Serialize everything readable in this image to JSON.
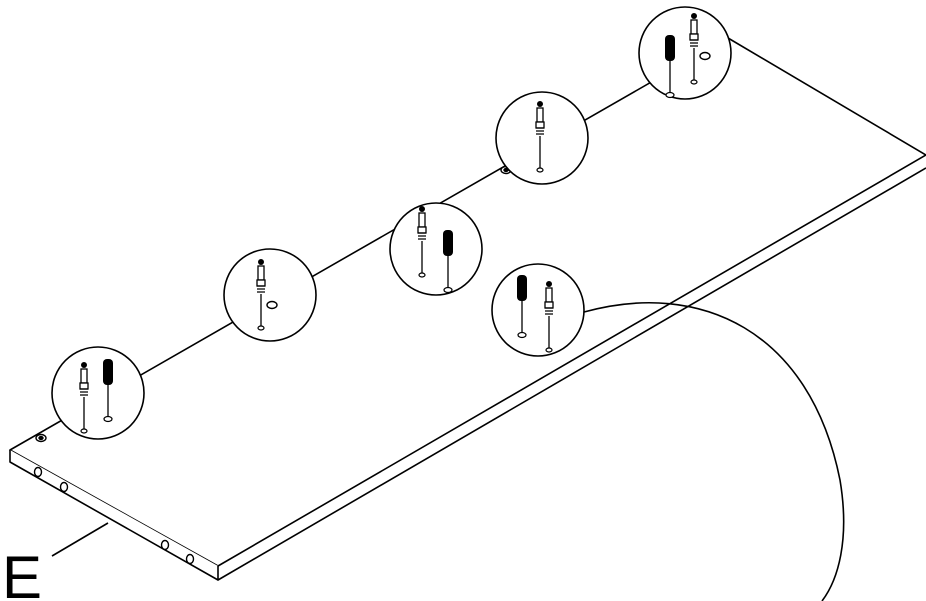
{
  "diagram": {
    "part_label": "E",
    "line_color": "#000000",
    "background": "#ffffff",
    "callouts": [
      {
        "name": "callout-1",
        "parts": [
          "cam-bolt",
          "dowel"
        ]
      },
      {
        "name": "callout-2",
        "parts": [
          "cam-bolt"
        ]
      },
      {
        "name": "callout-3",
        "parts": [
          "cam-bolt",
          "dowel"
        ]
      },
      {
        "name": "callout-4",
        "parts": [
          "cam-bolt"
        ]
      },
      {
        "name": "callout-5",
        "parts": [
          "dowel",
          "cam-bolt"
        ]
      },
      {
        "name": "callout-6",
        "parts": [
          "dowel",
          "cam-bolt"
        ]
      }
    ]
  }
}
